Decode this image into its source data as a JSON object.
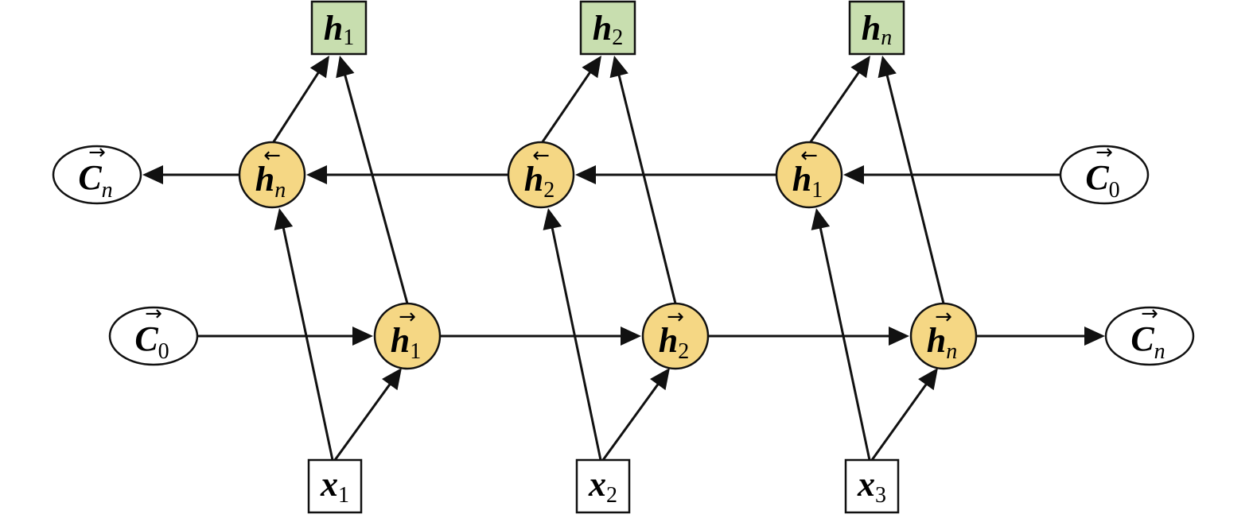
{
  "colors": {
    "output_fill": "#c8deaf",
    "hidden_fill": "#f5d784",
    "stroke": "#111111",
    "context_fill": "#ffffff",
    "input_fill": "#ffffff"
  },
  "nodes": {
    "out1": {
      "base": "h",
      "sub": "1",
      "accent": ""
    },
    "out2": {
      "base": "h",
      "sub": "2",
      "accent": ""
    },
    "out3": {
      "base": "h",
      "sub": "n",
      "accent": ""
    },
    "bw_cn": {
      "base": "C",
      "sub": "n",
      "accent": "→"
    },
    "bw_hn": {
      "base": "h",
      "sub": "n",
      "accent": "←"
    },
    "bw_h2": {
      "base": "h",
      "sub": "2",
      "accent": "←"
    },
    "bw_h1": {
      "base": "h",
      "sub": "1",
      "accent": "←"
    },
    "bw_c0": {
      "base": "C",
      "sub": "0",
      "accent": "→"
    },
    "fw_c0": {
      "base": "C",
      "sub": "0",
      "accent": "→"
    },
    "fw_h1": {
      "base": "h",
      "sub": "1",
      "accent": "→"
    },
    "fw_h2": {
      "base": "h",
      "sub": "2",
      "accent": "→"
    },
    "fw_hn": {
      "base": "h",
      "sub": "n",
      "accent": "→"
    },
    "fw_cn": {
      "base": "C",
      "sub": "n",
      "accent": "→"
    },
    "in1": {
      "base": "x",
      "sub": "1",
      "accent": ""
    },
    "in2": {
      "base": "x",
      "sub": "2",
      "accent": ""
    },
    "in3": {
      "base": "x",
      "sub": "3",
      "accent": ""
    }
  }
}
